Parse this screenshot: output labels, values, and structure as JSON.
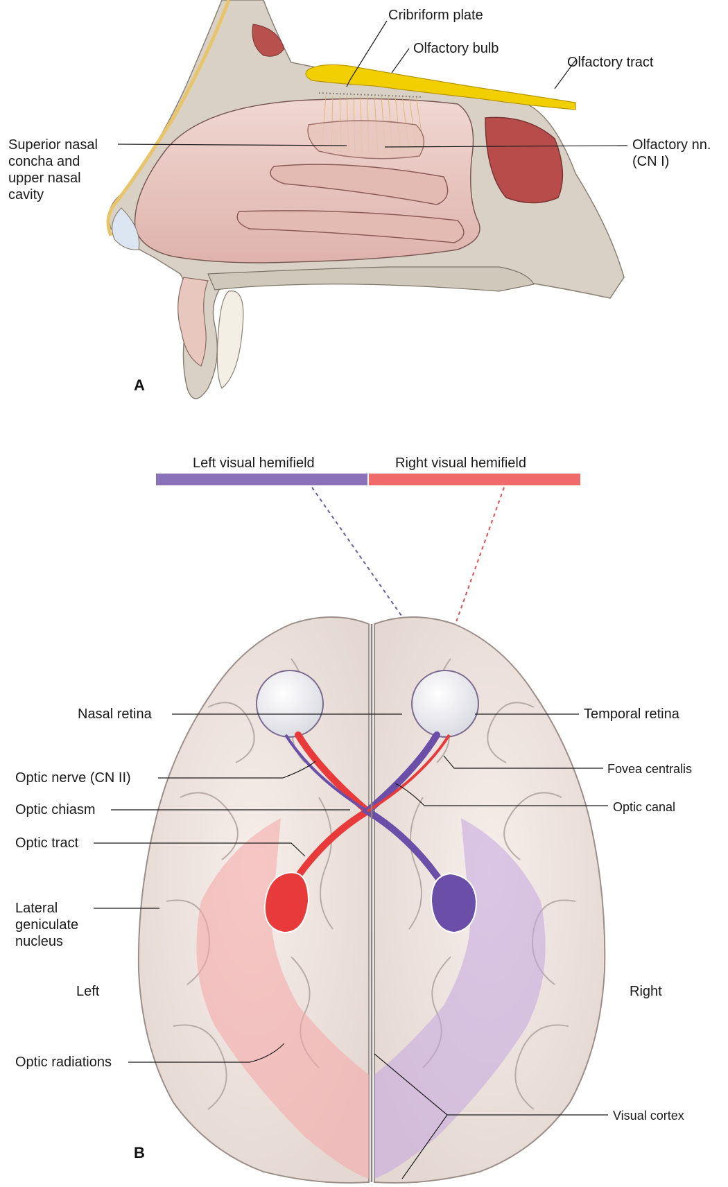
{
  "panel_a": {
    "letter": "A",
    "labels": {
      "cribriform_plate": "Cribriform plate",
      "olfactory_bulb": "Olfactory bulb",
      "olfactory_tract": "Olfactory tract",
      "superior_nasal_concha": "Superior nasal concha and upper nasal cavity",
      "olfactory_nn": "Olfactory nn. (CN I)"
    }
  },
  "panel_b": {
    "letter": "B",
    "hemifields": {
      "left": "Left visual hemifield",
      "right": "Right visual hemifield"
    },
    "labels": {
      "nasal_retina": "Nasal retina",
      "temporal_retina": "Temporal retina",
      "fovea_centralis": "Fovea centralis",
      "optic_nerve": "Optic nerve (CN II)",
      "optic_chiasm": "Optic chiasm",
      "optic_canal": "Optic canal",
      "optic_tract": "Optic tract",
      "lateral_geniculate": "Lateral geniculate nucleus",
      "left": "Left",
      "right": "Right",
      "optic_radiations": "Optic radiations",
      "visual_cortex": "Visual cortex"
    }
  },
  "colors": {
    "left_field": "#8b72b8",
    "right_field": "#f06a6a",
    "bone": "#dcd6cc",
    "mucosa": "#e9c8c4",
    "olfactory": "#f2cf00",
    "brain": "#efe6e0",
    "sulcus": "#b9aca6"
  }
}
